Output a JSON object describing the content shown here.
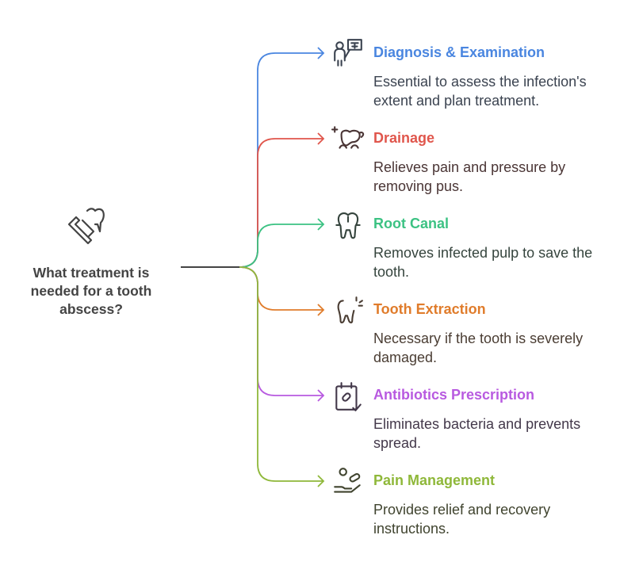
{
  "question": "What treatment is needed for a tooth abscess?",
  "branches": [
    {
      "title": "Diagnosis & Examination",
      "description": "Essential to assess the infection's extent and plan treatment.",
      "color": "#4a86e0",
      "text_color": "#3b4350",
      "icon": "doctor-xray-icon"
    },
    {
      "title": "Drainage",
      "description": "Relieves pain and pressure by removing pus.",
      "color": "#e0564c",
      "text_color": "#4a3535",
      "icon": "tooth-drainage-icon"
    },
    {
      "title": "Root Canal",
      "description": "Removes infected pulp to save the tooth.",
      "color": "#3cc283",
      "text_color": "#35443d",
      "icon": "tooth-root-icon"
    },
    {
      "title": "Tooth Extraction",
      "description": "Necessary if the tooth is severely damaged.",
      "color": "#e07c2b",
      "text_color": "#4a3d33",
      "icon": "tooth-extraction-icon"
    },
    {
      "title": "Antibiotics Prescription",
      "description": "Eliminates bacteria and prevents spread.",
      "color": "#b85ae0",
      "text_color": "#43384a",
      "icon": "prescription-icon"
    },
    {
      "title": "Pain Management",
      "description": "Provides relief and recovery instructions.",
      "color": "#8fb83a",
      "text_color": "#40442f",
      "icon": "pill-hand-icon"
    }
  ]
}
